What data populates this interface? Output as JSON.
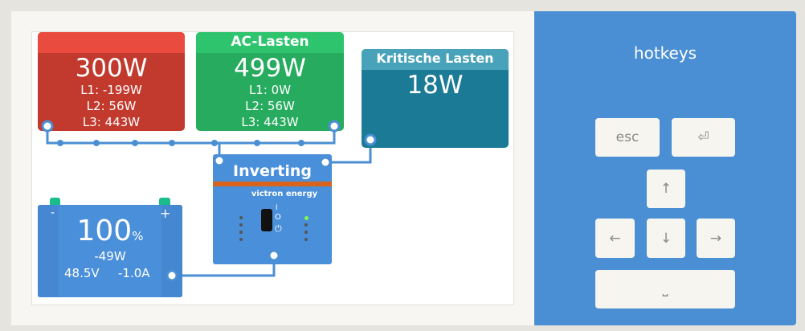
{
  "grid": {
    "title": "",
    "total": "300W",
    "l1": "L1: -199W",
    "l2": "L2: 56W",
    "l3": "L3: 443W"
  },
  "ac_loads": {
    "title": "AC-Lasten",
    "total": "499W",
    "l1": "L1: 0W",
    "l2": "L2: 56W",
    "l3": "L3: 443W"
  },
  "critical_loads": {
    "title": "Kritische Lasten",
    "total": "18W"
  },
  "inverter": {
    "state": "Inverting",
    "brand": "victron energy",
    "switch_on": "I",
    "switch_off": "O"
  },
  "battery": {
    "soc": "100",
    "soc_unit": "%",
    "power": "-49W",
    "voltage": "48.5V",
    "current": "-1.0A",
    "minus": "-",
    "plus": "+"
  },
  "hotkeys": {
    "title": "hotkeys",
    "esc": "esc",
    "enter": "⏎",
    "up": "↑",
    "left": "←",
    "down": "↓",
    "right": "→",
    "space": "⎵"
  },
  "colors": {
    "grid": "#c0392b",
    "ac": "#27ae60",
    "critical": "#1b7a95",
    "inverter": "#4a90d9",
    "accent": "#4a8fd3"
  }
}
